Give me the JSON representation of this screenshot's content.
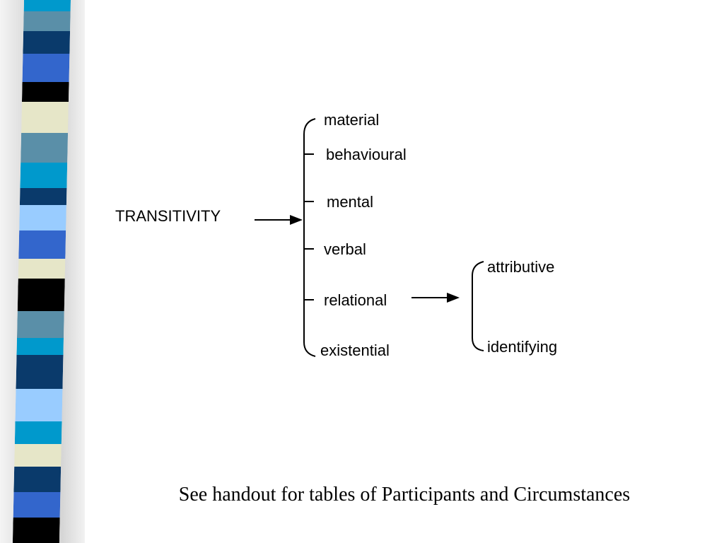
{
  "diagram": {
    "root": "TRANSITIVITY",
    "process_types": [
      "material",
      "behavioural",
      "mental",
      "verbal",
      "relational",
      "existential"
    ],
    "relational_subtypes": [
      "attributive",
      "identifying"
    ]
  },
  "footnote": "See handout for tables of Participants and Circumstances",
  "colors": {
    "stripes": [
      "#0099cc",
      "#5a8fa8",
      "#0a3a6b",
      "#3366cc",
      "#000000",
      "#e6e6c8",
      "#99ccff"
    ]
  }
}
